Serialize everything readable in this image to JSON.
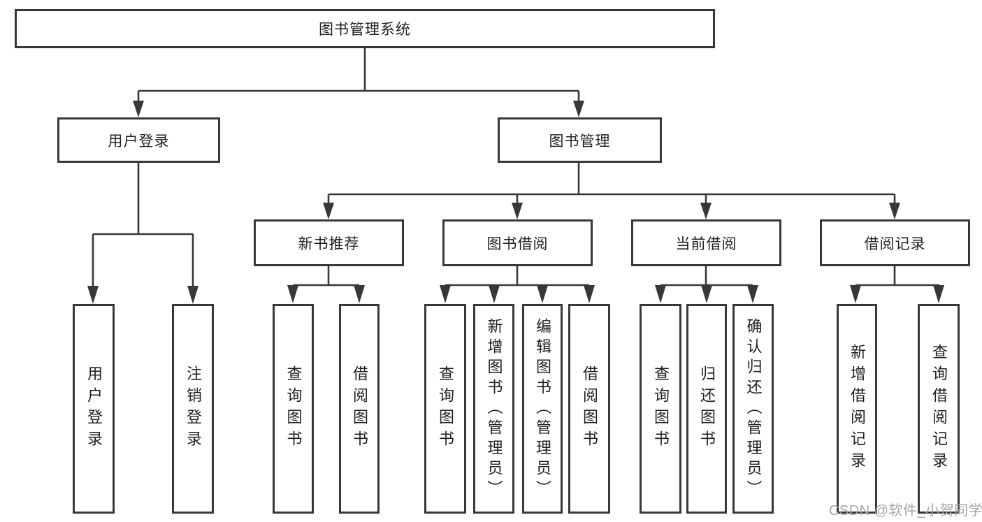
{
  "diagram": {
    "root": "图书管理系统",
    "level1": [
      "用户登录",
      "图书管理"
    ],
    "level2": [
      "新书推荐",
      "图书借阅",
      "当前借阅",
      "借阅记录"
    ],
    "leaves": [
      "用户登录",
      "注销登录",
      "查询图书",
      "借阅图书",
      "查询图书",
      "新增图书（管理员）",
      "编辑图书（管理员）",
      "借阅图书",
      "查询图书",
      "归还图书",
      "确认归还（管理员）",
      "新增借阅记录",
      "查询借阅记录"
    ]
  },
  "watermark": "CSDN @软件_小贺同学",
  "colors": {
    "line": "#383838",
    "text": "#1f1f1f",
    "watermark": "#a6a6a6",
    "background": "#ffffff"
  }
}
